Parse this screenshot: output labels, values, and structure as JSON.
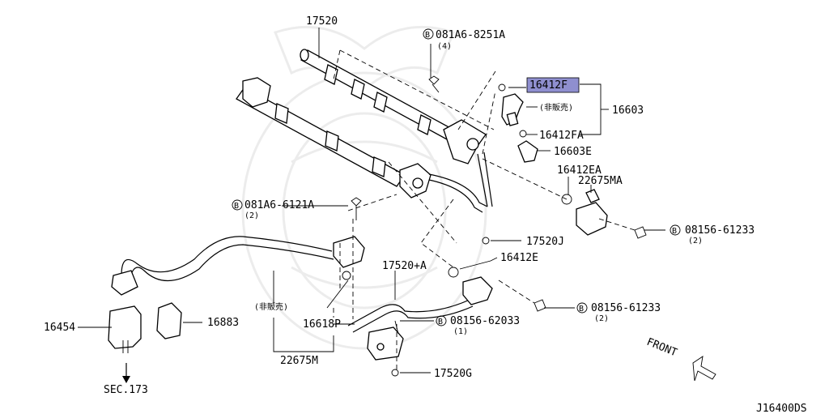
{
  "diagram_code": "J16400DS",
  "highlight_color": "#8f8fcf",
  "labels": {
    "p17520": "17520",
    "p081A6_8251A": "081A6-8251A",
    "q4": "(4)",
    "p16412F": "16412F",
    "hi_sale1": "(非販売)",
    "p16603": "16603",
    "p16412FA": "16412FA",
    "p16603E": "16603E",
    "p16412EA": "16412EA",
    "p22675MA": "22675MA",
    "p08156_61233a": "08156-61233",
    "q2a": "(2)",
    "p081A6_6121A": "081A6-6121A",
    "q2b": "(2)",
    "p17520J": "17520J",
    "p17520A": "17520+A",
    "p16412E": "16412E",
    "p08156_61233b": "08156-61233",
    "q2c": "(2)",
    "hi_sale2": "(非販売)",
    "p16454": "16454",
    "p16883": "16883",
    "p16618P": "16618P",
    "p08156_62033": "08156-62033",
    "q1": "(1)",
    "p22675M": "22675M",
    "p17520G": "17520G",
    "sec173": "SEC.173",
    "front": "FRONT",
    "bolt_b": "B"
  }
}
